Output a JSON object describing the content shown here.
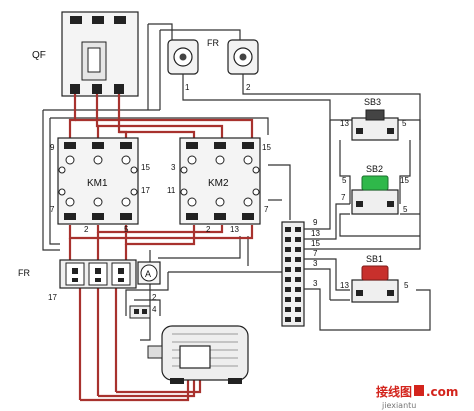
{
  "labels": {
    "breaker": "QF",
    "fuse_block": "FR",
    "overload_relay": "FR",
    "contactor_1": "KM1",
    "contactor_2": "KM2",
    "stop_button": "SB3",
    "forward_button": "SB2",
    "reverse_button": "SB1",
    "ammeter": "A",
    "fuse_1_number": "1",
    "fuse_2_number": "2"
  },
  "terminals": {
    "km1_left_top": "9",
    "km1_left_bottom": "7",
    "km1_right_top": "15",
    "km1_right_bottom": "17",
    "km1_bottom_a": "2",
    "km1_bottom_b": "5",
    "km2_left_top": "3",
    "km2_left_bottom": "11",
    "km2_right_top": "15",
    "km2_right_bottom": "7",
    "km2_bottom_a": "2",
    "km2_bottom_b": "13",
    "strip_a": "9",
    "strip_b": "13",
    "strip_c": "15",
    "strip_d": "7",
    "strip_e": "3",
    "strip_f": "3",
    "sb3_left": "13",
    "sb3_right": "5",
    "sb2_left_top": "5",
    "sb2_right_top": "15",
    "sb2_left": "7",
    "sb2_right": "5",
    "sb1_left": "13",
    "sb1_right": "5",
    "fr_relay_a": "2",
    "fr_relay_b": "4",
    "fr_left": "17"
  },
  "watermark": {
    "title": "接线图",
    "domain_main": ".com",
    "domain_sub": "jiexiantu"
  },
  "colors": {
    "wire_red": "#a8322e",
    "wire_black": "#333333",
    "button_green": "#2fb84a",
    "button_red": "#c8302c",
    "watermark_red": "#d3241c"
  }
}
